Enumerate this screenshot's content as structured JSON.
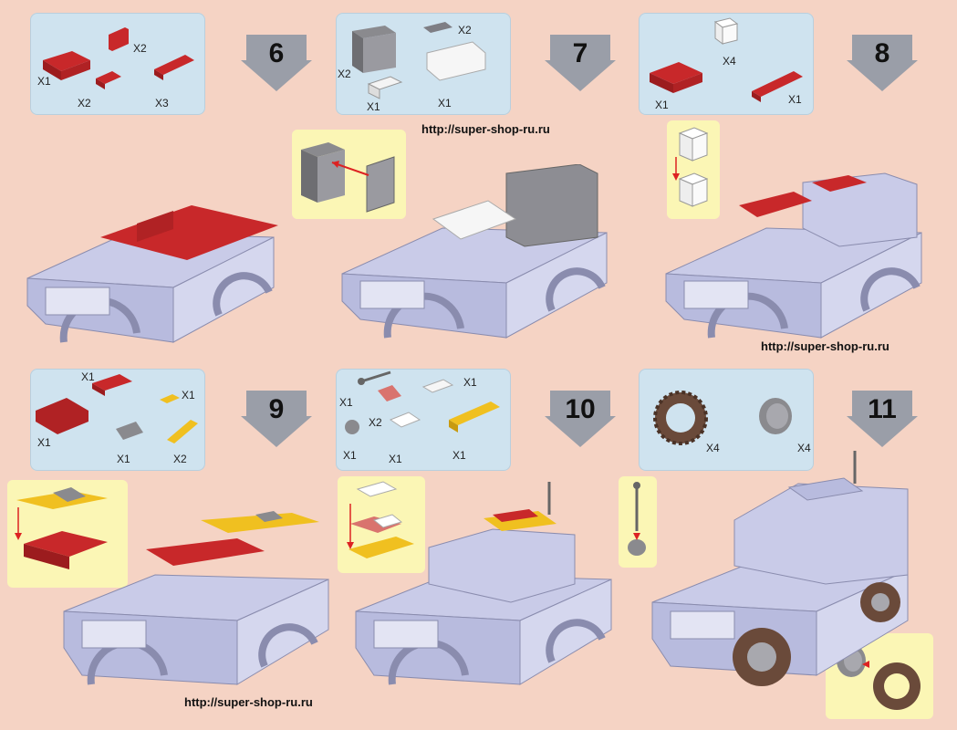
{
  "steps": [
    {
      "number": "6",
      "parts": [
        "X2",
        "X1",
        "X2",
        "X3"
      ]
    },
    {
      "number": "7",
      "parts": [
        "X2",
        "X2",
        "X1",
        "X1"
      ]
    },
    {
      "number": "8",
      "parts": [
        "X4",
        "X1",
        "X1"
      ]
    },
    {
      "number": "9",
      "parts": [
        "X1",
        "X1",
        "X1",
        "X1",
        "X2"
      ]
    },
    {
      "number": "10",
      "parts": [
        "X1",
        "X1",
        "X2",
        "X1",
        "X1",
        "X1"
      ]
    },
    {
      "number": "11",
      "parts": [
        "X4",
        "X4"
      ]
    }
  ],
  "watermarks": [
    "http://super-shop-ru.ru",
    "http://super-shop-ru.ru",
    "http://super-shop-ru.ru"
  ],
  "colors": {
    "background": "#f5d3c4",
    "parts_panel": "#cfe3ef",
    "callout": "#fbf6b5",
    "brick_red": "#c8282a",
    "brick_yellow": "#f0c020",
    "body_lavender": "#c9cbe8",
    "arrow_gray": "#9a9ea8",
    "tire_brown": "#6a4a3a"
  }
}
